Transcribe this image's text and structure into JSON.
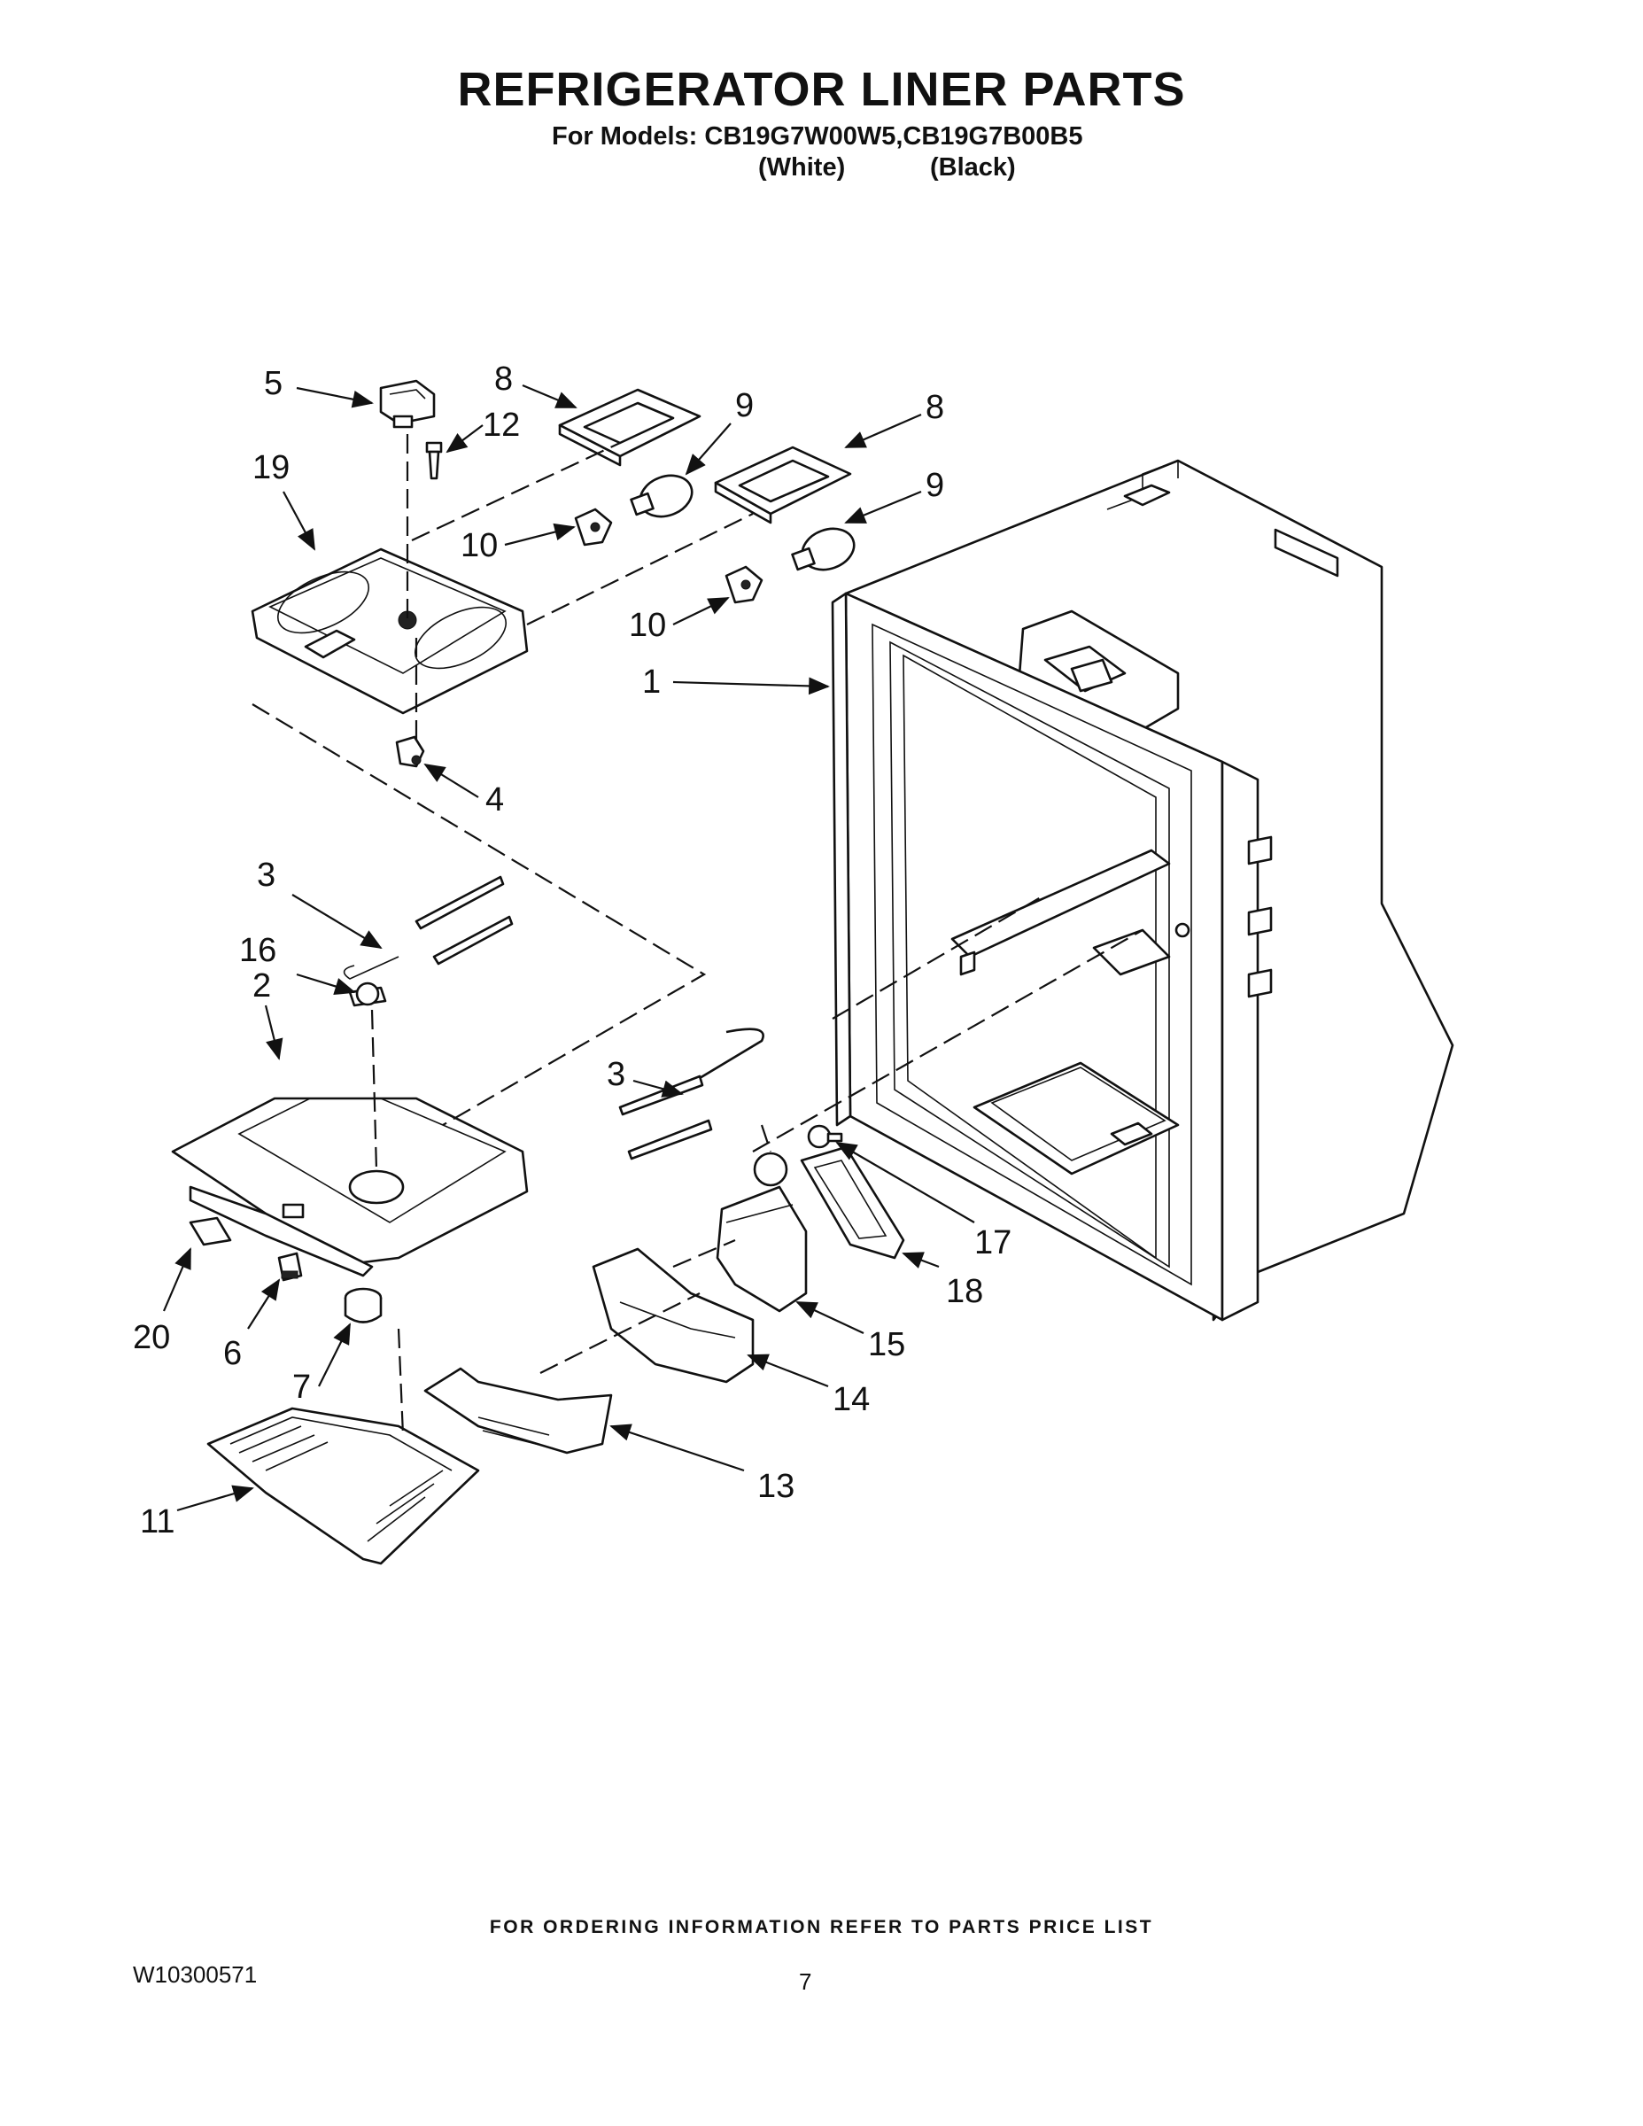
{
  "header": {
    "title": "REFRIGERATOR LINER PARTS",
    "models_line": "For Models: CB19G7W00W5,CB19G7B00B5",
    "color_white": "(White)",
    "color_black": "(Black)"
  },
  "callouts": [
    "5",
    "12",
    "8",
    "9",
    "8",
    "9",
    "19",
    "10",
    "10",
    "1",
    "4",
    "3",
    "16",
    "2",
    "3",
    "17",
    "18",
    "20",
    "6",
    "7",
    "15",
    "14",
    "13",
    "11"
  ],
  "footer": {
    "ordering_note": "FOR ORDERING INFORMATION REFER TO PARTS PRICE LIST",
    "document_number": "W10300571",
    "page_number": "7"
  }
}
